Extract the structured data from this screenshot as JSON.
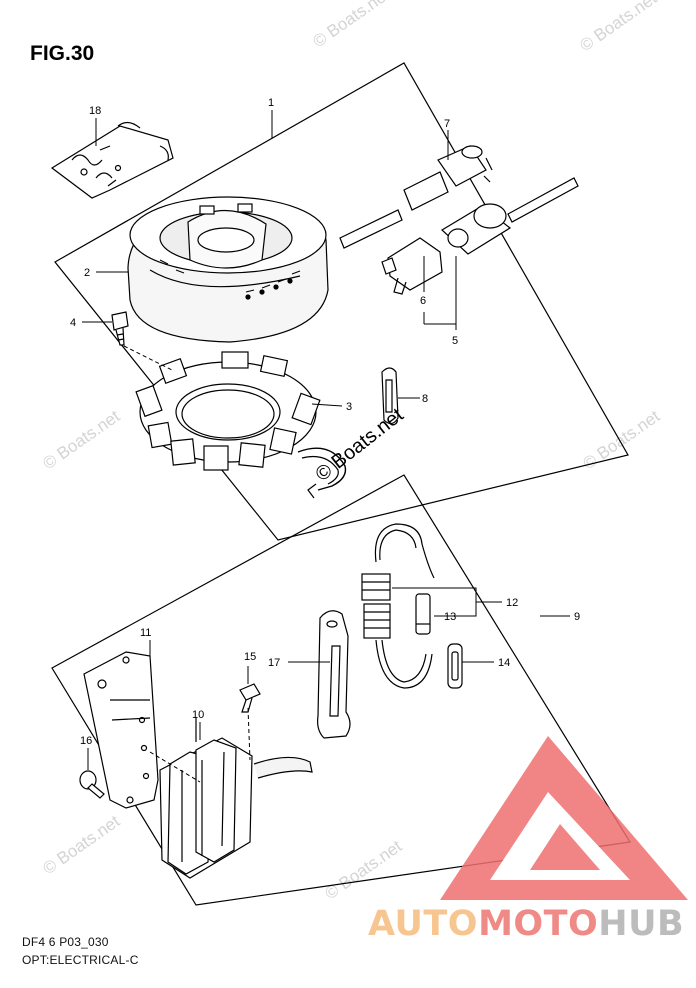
{
  "figure": {
    "title": "FIG.30",
    "model_code": "DF4 6 P03_030",
    "section_name": "OPT:ELECTRICAL-C"
  },
  "watermark": {
    "text": "© Boats.net"
  },
  "brand": {
    "part1": "AUTO",
    "part2": "MOTO",
    "part3": "HUB",
    "color1": "#f7c58f",
    "color2": "#f08a86",
    "color3": "#bcbcbc",
    "logo_color": "#ee6b6b"
  },
  "callouts": [
    "1",
    "2",
    "3",
    "4",
    "5",
    "6",
    "7",
    "8",
    "9",
    "10",
    "11",
    "12",
    "13",
    "14",
    "15",
    "16",
    "17",
    "18"
  ]
}
